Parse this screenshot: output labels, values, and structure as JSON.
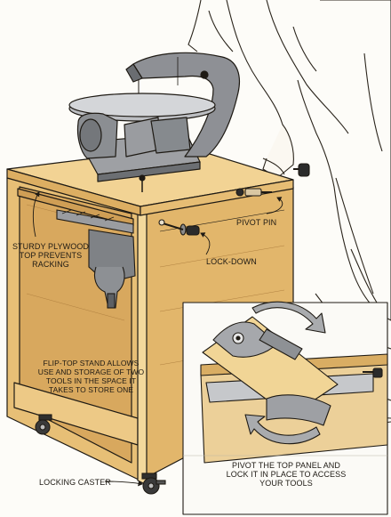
{
  "labels": {
    "sturdy_top": "STURDY PLYWOOD\nTOP PREVENTS\nRACKING",
    "pivot_pin": "PIVOT PIN",
    "lock_down": "LOCK-DOWN",
    "flip_top": "FLIP-TOP STAND ALLOWS\nUSE AND STORAGE OF TWO\nTOOLS IN THE SPACE IT\nTAKES TO STORE ONE",
    "locking_caster": "LOCKING CASTER",
    "inset_caption": "PIVOT THE TOP PANEL AND\nLOCK IT IN PLACE TO ACCESS\nYOUR TOOLS"
  },
  "colors": {
    "plywood": "#e9c47e",
    "plywood_dark": "#c99a52",
    "plywood_light": "#f3d89c",
    "tool_gray": "#8f9195",
    "tool_dark": "#5d6064",
    "ink": "#1e1a14"
  }
}
